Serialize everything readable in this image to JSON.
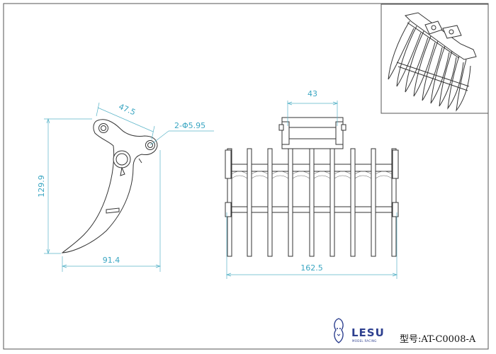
{
  "dimensions": {
    "hole_spacing": "47.5",
    "hole_callout": "2-Φ5.95",
    "tooth_height": "129.9",
    "tooth_width": "91.4",
    "mount_width": "43",
    "rake_width": "162.5"
  },
  "title_block": {
    "brand": "LESU",
    "brand_subtitle": "MODEL RACING",
    "model_number": "型号:AT-C0008-A"
  },
  "colors": {
    "dimension": "#3aa6c2",
    "outline": "#333333",
    "brand": "#2d3f8f"
  }
}
